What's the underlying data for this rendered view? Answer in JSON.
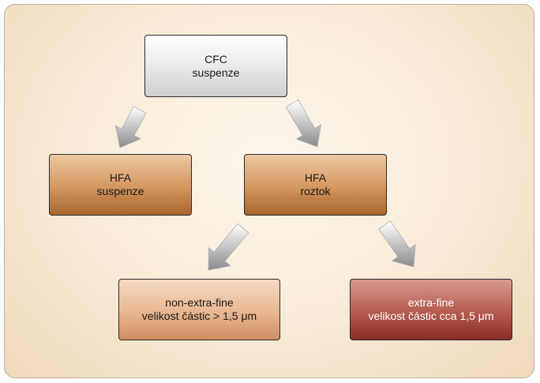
{
  "diagram": {
    "nodes": {
      "cfc": {
        "line1": "CFC",
        "line2": "suspenze"
      },
      "hfa_suspenze": {
        "line1": "HFA",
        "line2": "suspenze"
      },
      "hfa_roztok": {
        "line1": "HFA",
        "line2": "roztok"
      },
      "non_extra_fine": {
        "line1": "non-extra-fine",
        "line2": "velikost částic > 1,5 μm"
      },
      "extra_fine": {
        "line1": "extra-fine",
        "line2": "velikost částic cca 1,5 μm"
      }
    },
    "edges": [
      {
        "from": "cfc",
        "to": "hfa_suspenze"
      },
      {
        "from": "cfc",
        "to": "hfa_roztok"
      },
      {
        "from": "hfa_roztok",
        "to": "non_extra_fine"
      },
      {
        "from": "hfa_roztok",
        "to": "extra_fine"
      }
    ],
    "colors": {
      "background": "#f8ead6",
      "node_gray": "#d9d9d9",
      "node_copper": "#d79b65",
      "node_peach": "#e8b690",
      "node_red": "#b55a4e",
      "arrow": "#9a9a9a"
    }
  }
}
